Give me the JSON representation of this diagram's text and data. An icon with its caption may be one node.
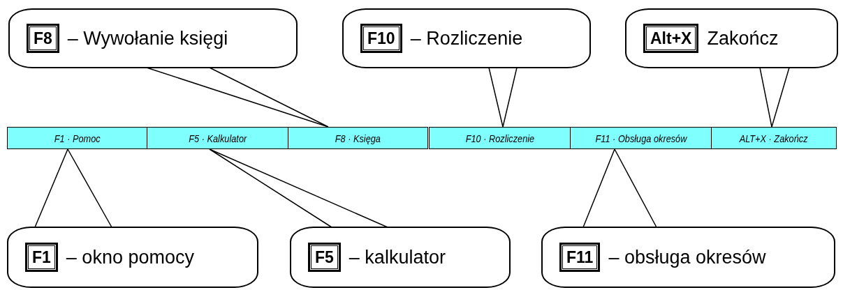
{
  "diagram": {
    "nodes": [
      {
        "text": [
          "F8",
          "– Wywołanie księgi"
        ]
      },
      {
        "text": [
          "F10",
          "– Rozliczenie"
        ]
      },
      {
        "text": [
          "Alt+X",
          "Zakończ"
        ]
      },
      {
        "text": [
          "F1 · Pomoc"
        ]
      },
      {
        "text": [
          "F5 · Kalkulator"
        ]
      },
      {
        "text": [
          "F8 · Księga"
        ]
      },
      {
        "text": [
          "F10 · Rozliczenie"
        ]
      },
      {
        "text": [
          "F11 · Obsługa okresów"
        ]
      },
      {
        "text": [
          "ALT+X · Zakończ"
        ]
      },
      {
        "text": [
          "F1",
          "– okno pomocy"
        ]
      },
      {
        "text": [
          "F5",
          "– kalkulator"
        ]
      },
      {
        "text": [
          "F11",
          "– obsługa okresów"
        ]
      }
    ],
    "edges": [
      {
        "from": 0,
        "to": 5,
        "arrow": "none"
      },
      {
        "from": 1,
        "to": 6,
        "arrow": "none"
      },
      {
        "from": 2,
        "to": 8,
        "arrow": "none"
      },
      {
        "from": 9,
        "to": 3,
        "arrow": "none"
      },
      {
        "from": 10,
        "to": 4,
        "arrow": "none"
      },
      {
        "from": 11,
        "to": 7,
        "arrow": "none"
      }
    ]
  }
}
